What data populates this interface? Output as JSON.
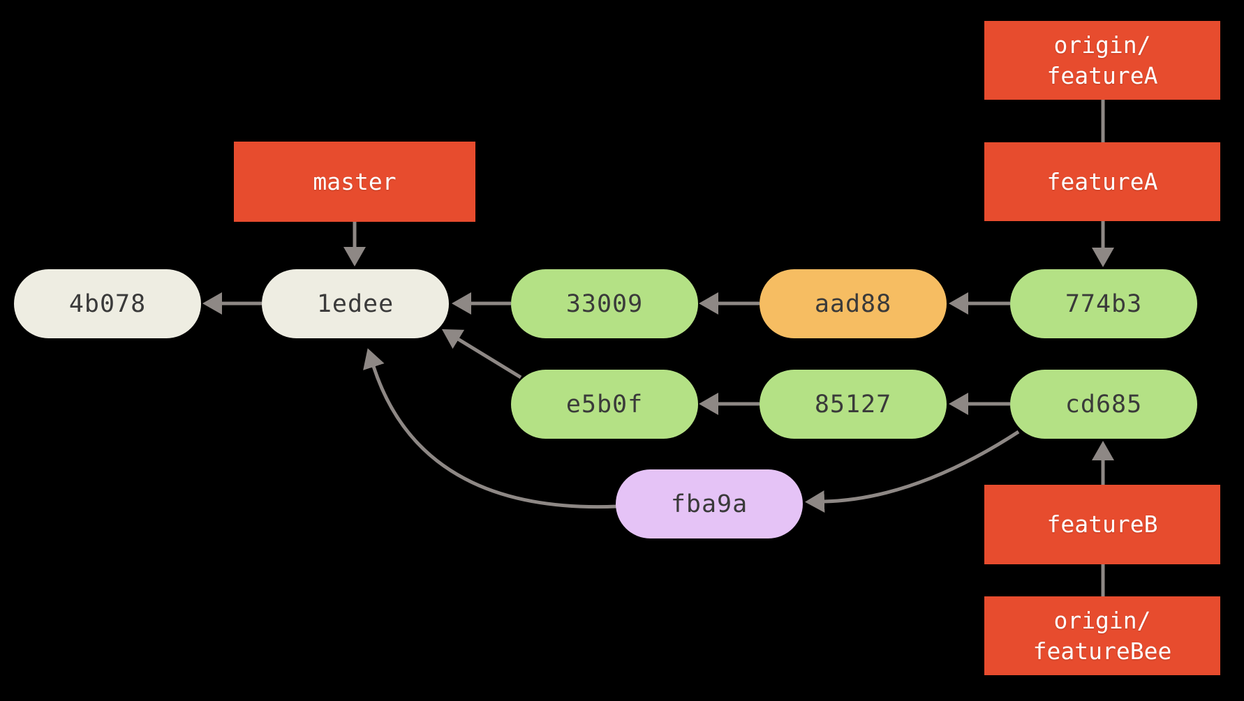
{
  "diagram": {
    "title": "git commit history graph",
    "background": "#000000",
    "arrow_color": "#8e8885",
    "commit_text_color": "#3a3a3a",
    "branch_text_color": "#ffffff",
    "branch_labels": [
      {
        "id": "origin-featureA",
        "label": "origin/\nfeatureA",
        "color": "#e74c2e"
      },
      {
        "id": "featureA",
        "label": "featureA",
        "color": "#e74c2e"
      },
      {
        "id": "master",
        "label": "master",
        "color": "#e74c2e"
      },
      {
        "id": "featureB",
        "label": "featureB",
        "color": "#e74c2e"
      },
      {
        "id": "origin-featureBee",
        "label": "origin/\nfeatureBee",
        "color": "#e74c2e"
      }
    ],
    "commits": [
      {
        "id": "4b078",
        "label": "4b078",
        "color": "#eeede2"
      },
      {
        "id": "1edee",
        "label": "1edee",
        "color": "#eeede2"
      },
      {
        "id": "33009",
        "label": "33009",
        "color": "#b4e185"
      },
      {
        "id": "aad88",
        "label": "aad88",
        "color": "#f6bd62"
      },
      {
        "id": "774b3",
        "label": "774b3",
        "color": "#b4e185"
      },
      {
        "id": "e5b0f",
        "label": "e5b0f",
        "color": "#b4e185"
      },
      {
        "id": "85127",
        "label": "85127",
        "color": "#b4e185"
      },
      {
        "id": "cd685",
        "label": "cd685",
        "color": "#b4e185"
      },
      {
        "id": "fba9a",
        "label": "fba9a",
        "color": "#e5c3f6"
      }
    ],
    "edges": [
      {
        "from": "master",
        "to": "1edee",
        "arrow": true
      },
      {
        "from": "origin/featureA",
        "to": "featureA",
        "arrow": false
      },
      {
        "from": "featureA",
        "to": "774b3",
        "arrow": true
      },
      {
        "from": "774b3",
        "to": "aad88",
        "arrow": true
      },
      {
        "from": "aad88",
        "to": "33009",
        "arrow": true
      },
      {
        "from": "33009",
        "to": "1edee",
        "arrow": true
      },
      {
        "from": "1edee",
        "to": "4b078",
        "arrow": true
      },
      {
        "from": "cd685",
        "to": "85127",
        "arrow": true
      },
      {
        "from": "85127",
        "to": "e5b0f",
        "arrow": true
      },
      {
        "from": "e5b0f",
        "to": "1edee",
        "arrow": true
      },
      {
        "from": "fba9a",
        "to": "1edee",
        "arrow": true
      },
      {
        "from": "cd685",
        "to": "fba9a",
        "arrow": true
      },
      {
        "from": "featureB",
        "to": "cd685",
        "arrow": true
      },
      {
        "from": "origin/featureBee",
        "to": "featureB",
        "arrow": false
      }
    ]
  }
}
